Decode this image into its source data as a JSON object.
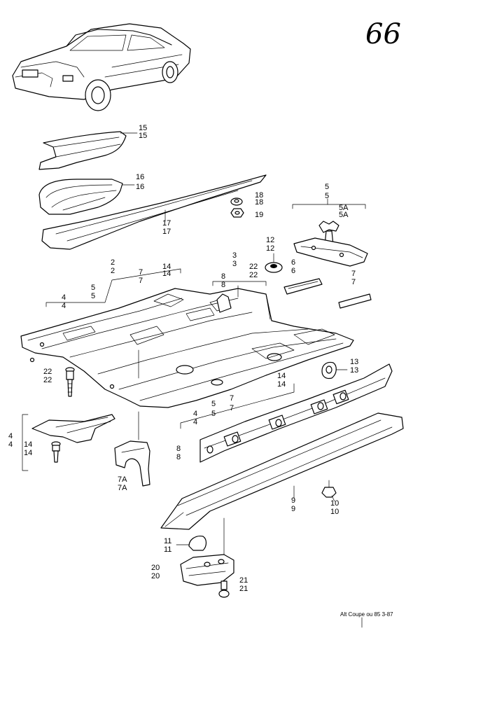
{
  "page_number": "66",
  "footer_reference": "Alt Coupe ou 85 3-87",
  "callouts": {
    "c15": "15",
    "c16": "16",
    "c17": "17",
    "c18": "18",
    "c19": "19",
    "c5": "5",
    "c5a": "5A",
    "c12": "12",
    "c3": "3",
    "c22b": "22",
    "c6": "6",
    "c8": "8",
    "c7r": "7",
    "c2": "2",
    "c14a": "14",
    "c4a": "4",
    "c5b": "5",
    "c7a": "7",
    "c13": "13",
    "c22": "22",
    "c14b": "14",
    "c5c": "5",
    "c7b": "7",
    "c4b": "4",
    "c4c": "4",
    "c14c": "14",
    "c7c": "7A",
    "c8b": "8",
    "c9": "9",
    "c10": "10",
    "c11": "11",
    "c20": "20",
    "c21": "21"
  }
}
